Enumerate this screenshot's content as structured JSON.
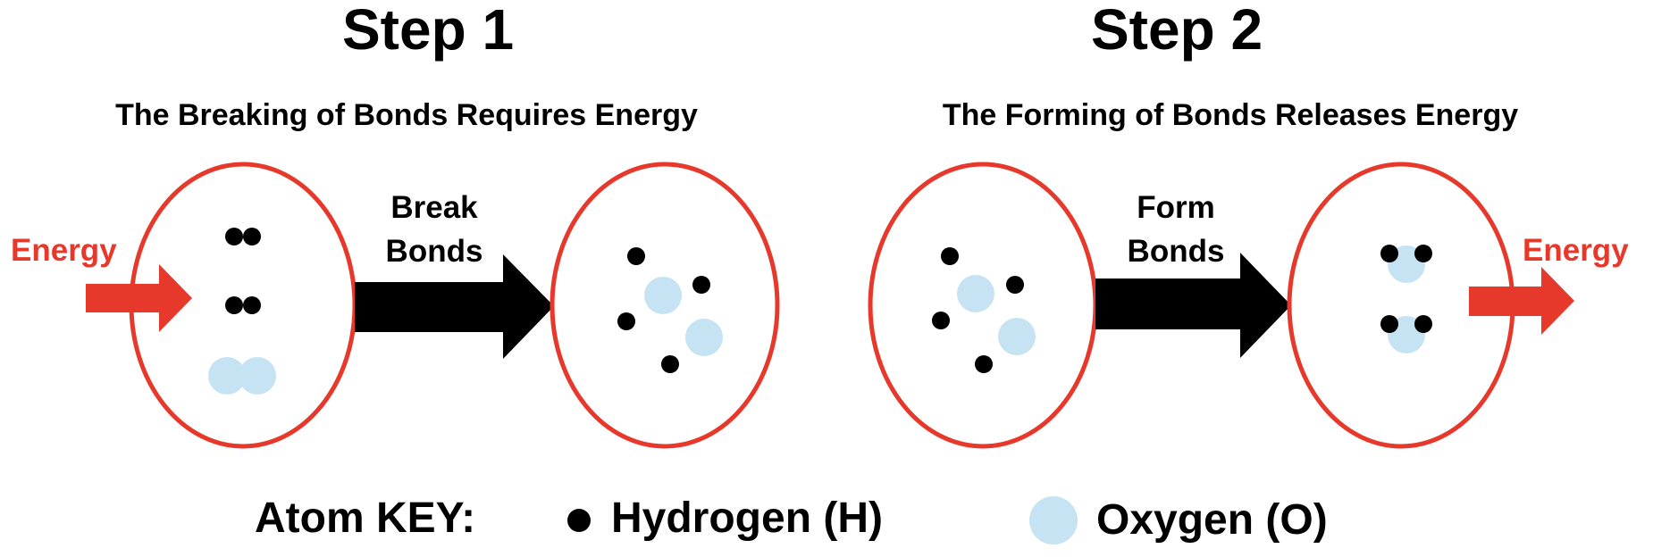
{
  "colors": {
    "red": "#e6392b",
    "black": "#000000",
    "oxygen": "#c5e3f2",
    "white": "#ffffff"
  },
  "step1": {
    "title": "Step 1",
    "subtitle": "The Breaking of Bonds Requires Energy",
    "arrow_label_line1": "Break",
    "arrow_label_line2": "Bonds",
    "energy_label": "Energy"
  },
  "step2": {
    "title": "Step 2",
    "subtitle": "The Forming of Bonds Releases Energy",
    "arrow_label_line1": "Form",
    "arrow_label_line2": "Bonds",
    "energy_label": "Energy"
  },
  "key": {
    "label": "Atom KEY:",
    "hydrogen": "Hydrogen (H)",
    "oxygen": "Oxygen (O)"
  },
  "icons": {
    "hydrogen": "black-dot-icon",
    "oxygen": "light-blue-circle-icon",
    "energy_arrow": "red-arrow-icon",
    "reaction_arrow": "black-arrow-icon"
  }
}
